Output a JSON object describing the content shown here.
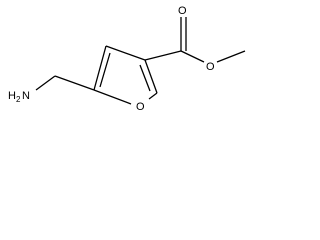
{
  "molecule": {
    "atoms": {
      "amine_nitrogen": "H",
      "amine_subscript": "2",
      "amine_n": "N",
      "ring_oxygen": "O",
      "carbonyl_oxygen": "O",
      "ester_oxygen": "O"
    }
  }
}
